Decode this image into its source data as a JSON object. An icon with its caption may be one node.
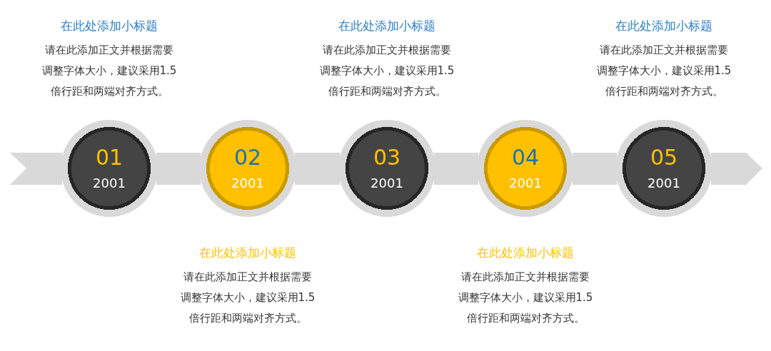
{
  "diagram": {
    "nodes": [
      {
        "text": [
          "01",
          "2001"
        ],
        "beside": [
          "在此处添加小标题",
          "请在此添加正文并根据需要调整字体大小，建议采用1.5倍行距和两端对齐方式。"
        ]
      },
      {
        "text": [
          "02",
          "2001"
        ],
        "beside": [
          "在此处添加小标题",
          "请在此添加正文并根据需要调整字体大小，建议采用1.5倍行距和两端对齐方式。"
        ]
      },
      {
        "text": [
          "03",
          "2001"
        ],
        "beside": [
          "在此处添加小标题",
          "请在此添加正文并根据需要调整字体大小，建议采用1.5倍行距和两端对齐方式。"
        ]
      },
      {
        "text": [
          "04",
          "2001"
        ],
        "beside": [
          "在此处添加小标题",
          "请在此添加正文并根据需要调整字体大小，建议采用1.5倍行距和两端对齐方式。"
        ]
      },
      {
        "text": [
          "05",
          "2001"
        ],
        "beside": [
          "在此处添加小标题",
          "请在此添加正文并根据需要调整字体大小，建议采用1.5倍行距和两端对齐方式。"
        ]
      }
    ],
    "edges": [
      {
        "from": null,
        "to": 0,
        "arrow": "none"
      },
      {
        "from": 0,
        "to": 1,
        "arrow": "none"
      },
      {
        "from": 1,
        "to": 2,
        "arrow": "none"
      },
      {
        "from": 2,
        "to": 3,
        "arrow": "none"
      },
      {
        "from": 3,
        "to": 4,
        "arrow": "none"
      },
      {
        "from": 4,
        "to": null,
        "arrow": "to"
      }
    ]
  }
}
